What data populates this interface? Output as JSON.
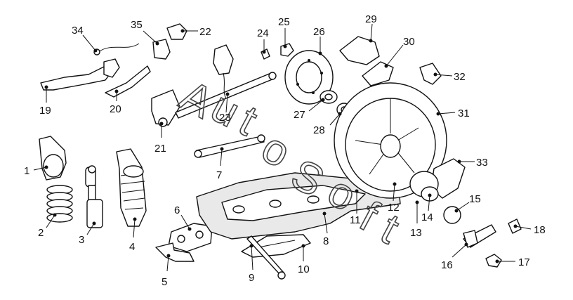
{
  "callouts": [
    {
      "id": "1",
      "label": "1"
    },
    {
      "id": "2",
      "label": "2"
    },
    {
      "id": "3",
      "label": "3"
    },
    {
      "id": "4",
      "label": "4"
    },
    {
      "id": "5",
      "label": "5"
    },
    {
      "id": "6",
      "label": "6"
    },
    {
      "id": "7",
      "label": "7"
    },
    {
      "id": "8",
      "label": "8"
    },
    {
      "id": "9",
      "label": "9"
    },
    {
      "id": "10",
      "label": "10"
    },
    {
      "id": "11",
      "label": "11"
    },
    {
      "id": "12",
      "label": "12"
    },
    {
      "id": "13",
      "label": "13"
    },
    {
      "id": "14",
      "label": "14"
    },
    {
      "id": "15",
      "label": "15"
    },
    {
      "id": "16",
      "label": "16"
    },
    {
      "id": "17",
      "label": "17"
    },
    {
      "id": "18",
      "label": "18"
    },
    {
      "id": "19",
      "label": "19"
    },
    {
      "id": "20",
      "label": "20"
    },
    {
      "id": "21",
      "label": "21"
    },
    {
      "id": "22",
      "label": "22"
    },
    {
      "id": "23",
      "label": "23"
    },
    {
      "id": "24",
      "label": "24"
    },
    {
      "id": "25",
      "label": "25"
    },
    {
      "id": "26",
      "label": "26"
    },
    {
      "id": "27",
      "label": "27"
    },
    {
      "id": "28",
      "label": "28"
    },
    {
      "id": "29",
      "label": "29"
    },
    {
      "id": "30",
      "label": "30"
    },
    {
      "id": "31",
      "label": "31"
    },
    {
      "id": "32",
      "label": "32"
    },
    {
      "id": "33",
      "label": "33"
    }
  ],
  "watermark": {
    "letters": [
      "A",
      "u",
      "t",
      "o",
      "S",
      "o",
      "f",
      "t"
    ]
  }
}
